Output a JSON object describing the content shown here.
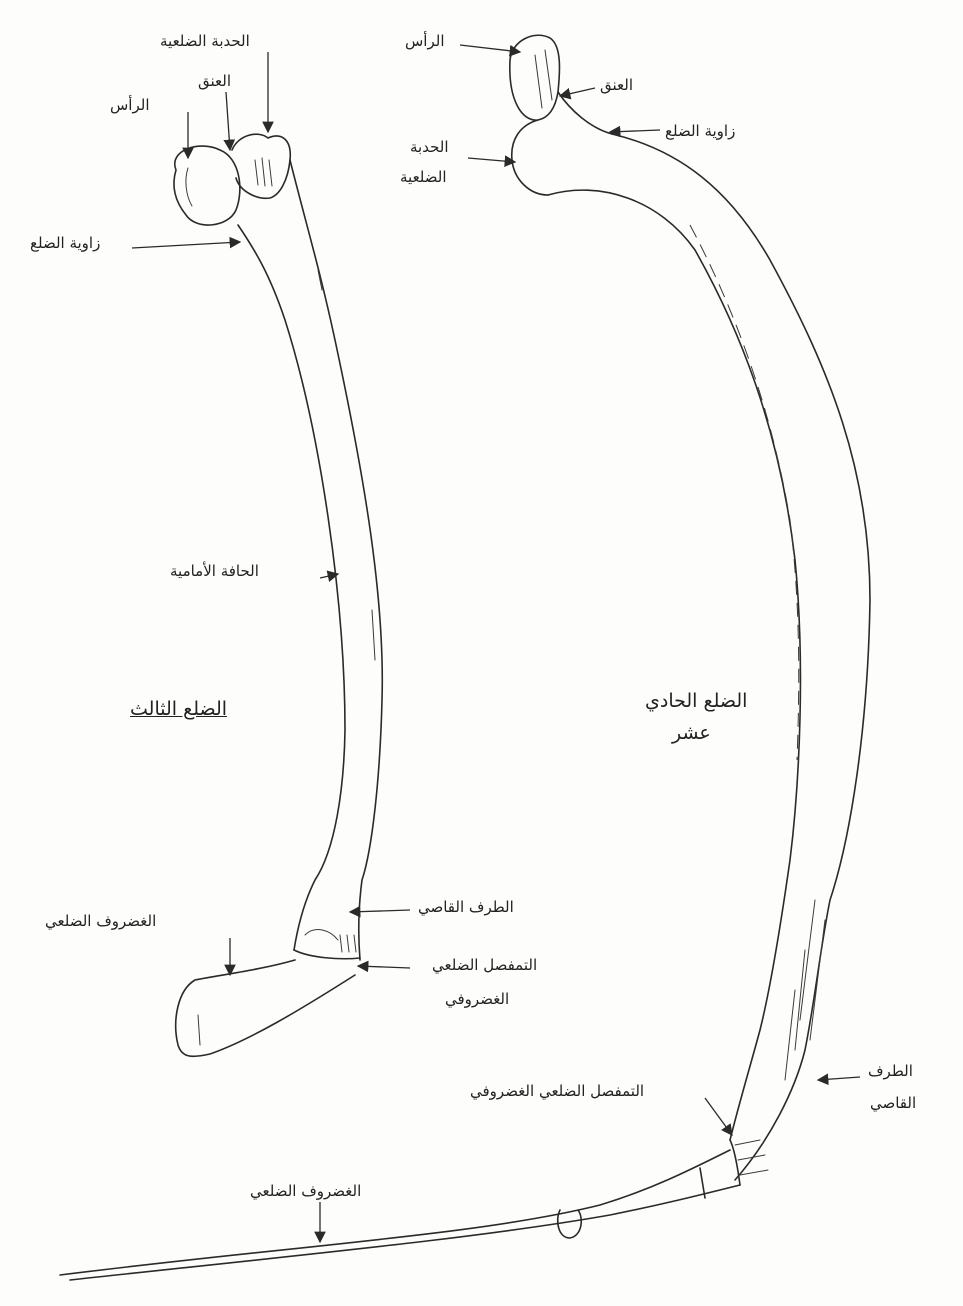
{
  "third_rib": {
    "title": "الضلع الثالث",
    "labels": {
      "head": "الرأس",
      "neck": "العنق",
      "tubercle": "الحدبة الضلعية",
      "angle": "زاوية الضلع",
      "anterior_border": "الحافة الأمامية",
      "anterior_end": "الطرف القاصي",
      "costal_cartilage": "الغضروف الضلعي",
      "costochondral_joint_1": "التمفصل الضلعي",
      "costochondral_joint_2": "الغضروفي"
    }
  },
  "eleventh_rib": {
    "title_line1": "الضلع الحادي",
    "title_line2": "عشر",
    "labels": {
      "head": "الرأس",
      "neck": "العنق",
      "angle": "زاوية الضلع",
      "tubercle_1": "الحدبة",
      "tubercle_2": "الضلعية",
      "anterior_end_1": "الطرف",
      "anterior_end_2": "القاصي",
      "costochondral_joint": "التمفصل الضلعي الغضروفي",
      "costal_cartilage": "الغضروف الضلعي"
    }
  }
}
